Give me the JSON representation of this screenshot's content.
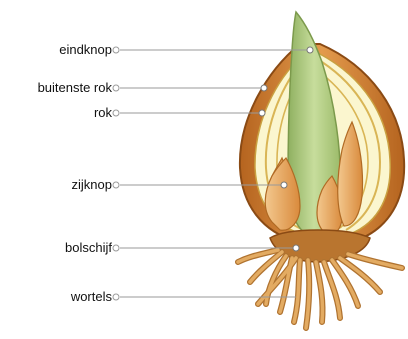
{
  "labels": {
    "eindknop": "eindknop",
    "buitenste_rok": "buitenste rok",
    "rok": "rok",
    "zijknop": "zijknop",
    "bolschijf": "bolschijf",
    "wortels": "wortels"
  },
  "colors": {
    "outer_skin": "#c8782c",
    "skin_dark": "#8a4a14",
    "scale_light": "#fbf6cf",
    "scale_line": "#c9a040",
    "bud_green": "#b4cf84",
    "side_bud": "#e8a45c",
    "basal_plate": "#b9752f",
    "roots": "#d69a52",
    "leader_line": "#999999"
  }
}
